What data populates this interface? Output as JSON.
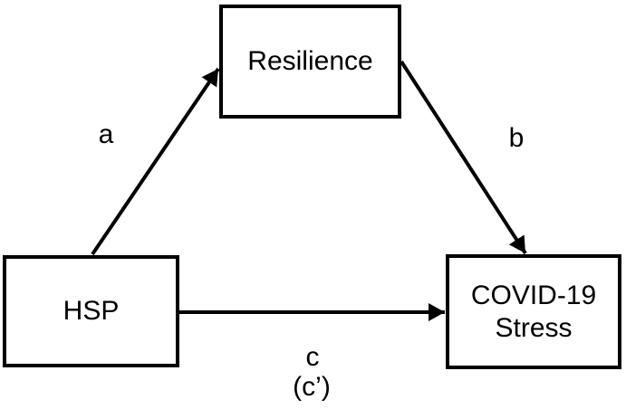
{
  "diagram": {
    "type": "mediation-path-model",
    "background_color": "#ffffff",
    "line_color": "#000000",
    "text_color": "#000000",
    "boxes": {
      "resilience": {
        "label": "Resilience"
      },
      "hsp": {
        "label": "HSP"
      },
      "covid_stress": {
        "line1": "COVID-19",
        "line2": "Stress"
      }
    },
    "path_labels": {
      "a": "a",
      "b": "b",
      "c": "c",
      "c_prime": "(c’)"
    },
    "arrows": [
      {
        "from": "HSP",
        "to": "Resilience",
        "label": "a"
      },
      {
        "from": "Resilience",
        "to": "COVID-19 Stress",
        "label": "b"
      },
      {
        "from": "HSP",
        "to": "COVID-19 Stress",
        "label": "c (c’)"
      }
    ]
  }
}
